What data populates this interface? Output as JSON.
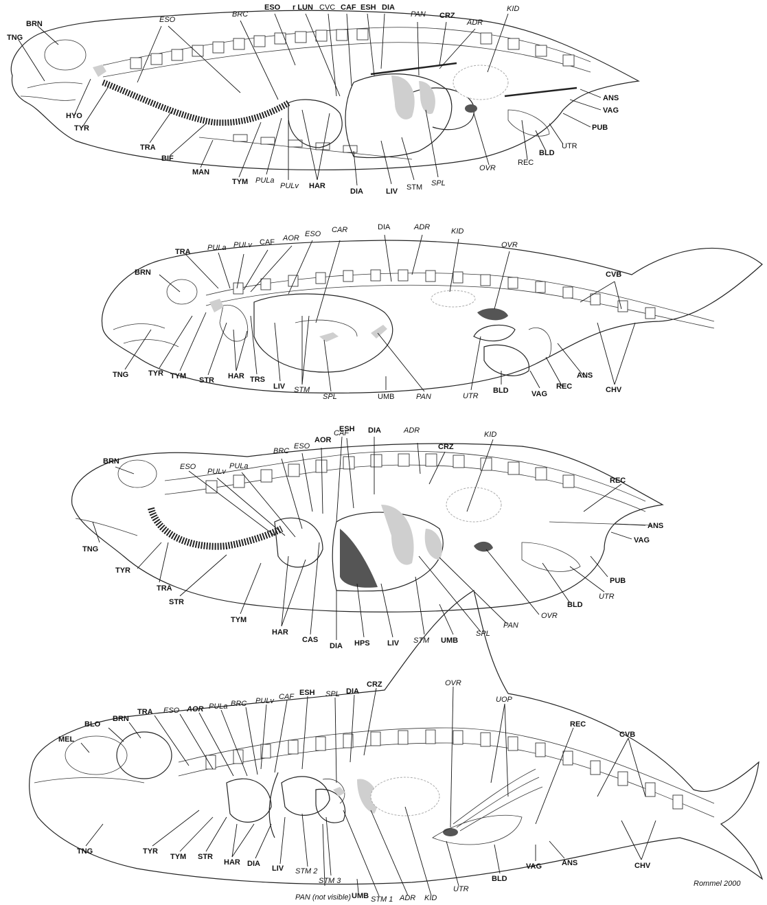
{
  "panels": [
    {
      "labels": {
        "brn": "BRN",
        "tng": "TNG",
        "hyo": "HYO",
        "tyr": "TYR",
        "tra": "TRA",
        "bif": "BIF",
        "man": "MAN",
        "tym": "TYM",
        "pula": "PULa",
        "pulv": "PULv",
        "har": "HAR",
        "dia_low": "DIA",
        "liv": "LIV",
        "stm": "STM",
        "spl": "SPL",
        "eso_a": "ESO",
        "brc": "BRC",
        "eso_b": "ESO",
        "rlun": "r LUN",
        "cvc": "CVC",
        "caf": "CAF",
        "esh": "ESH",
        "dia": "DIA",
        "pan": "PAN",
        "crz": "CRZ",
        "adr": "ADR",
        "kid": "KID",
        "ans": "ANS",
        "vag": "VAG",
        "pub": "PUB",
        "utr": "UTR",
        "bld": "BLD",
        "rec": "REC",
        "ovr": "OVR"
      }
    },
    {
      "labels": {
        "tra": "TRA",
        "pula": "PULa",
        "pulv": "PULv",
        "caf": "CAF",
        "aor": "AOR",
        "eso": "ESO",
        "car": "CAR",
        "dia": "DIA",
        "adr": "ADR",
        "kid": "KID",
        "ovr": "OVR",
        "cvb": "CVB",
        "brn": "BRN",
        "tng": "TNG",
        "tyr": "TYR",
        "tym": "TYM",
        "str": "STR",
        "har": "HAR",
        "trs": "TRS",
        "liv": "LIV",
        "stm": "STM",
        "spl": "SPL",
        "umb": "UMB",
        "pan": "PAN",
        "utr": "UTR",
        "bld": "BLD",
        "vag": "VAG",
        "rec": "REC",
        "ans": "ANS",
        "chv": "CHV"
      }
    },
    {
      "labels": {
        "brn": "BRN",
        "eso_a": "ESO",
        "pulv": "PULv",
        "pula": "PULa",
        "brc": "BRC",
        "eso_b": "ESO",
        "aor": "AOR",
        "caf": "CAF",
        "esh": "ESH",
        "dia": "DIA",
        "adr": "ADR",
        "crz": "CRZ",
        "kid": "KID",
        "rec": "REC",
        "ans": "ANS",
        "vag": "VAG",
        "pub": "PUB",
        "utr": "UTR",
        "bld": "BLD",
        "ovr": "OVR",
        "pan": "PAN",
        "spl": "SPL",
        "umb": "UMB",
        "stm": "STM",
        "liv": "LIV",
        "hps": "HPS",
        "dia_low": "DIA",
        "cas": "CAS",
        "har": "HAR",
        "tym": "TYM",
        "str": "STR",
        "tra": "TRA",
        "tyr": "TYR",
        "tng": "TNG"
      }
    },
    {
      "labels": {
        "mel": "MEL",
        "blo": "BLO",
        "brn": "BRN",
        "tra": "TRA",
        "eso": "ESO",
        "aor": "AOR",
        "pula": "PULa",
        "brc": "BRC",
        "pulv": "PULv",
        "caf": "CAF",
        "esh": "ESH",
        "spl": "SPL",
        "dia": "DIA",
        "crz": "CRZ",
        "ovr": "OVR",
        "uop": "UOP",
        "rec": "REC",
        "cvb": "CVB",
        "tng": "TNG",
        "tyr": "TYR",
        "tym": "TYM",
        "str": "STR",
        "har": "HAR",
        "dia_low": "DIA",
        "liv": "LIV",
        "stm2": "STM 2",
        "stm3": "STM 3",
        "pan": "PAN (not visible)",
        "umb": "UMB",
        "stm1": "STM 1",
        "adr": "ADR",
        "kid": "KID",
        "utr": "UTR",
        "bld": "BLD",
        "vag": "VAG",
        "ans": "ANS",
        "chv": "CHV"
      }
    }
  ],
  "credit": "Rommel 2000"
}
